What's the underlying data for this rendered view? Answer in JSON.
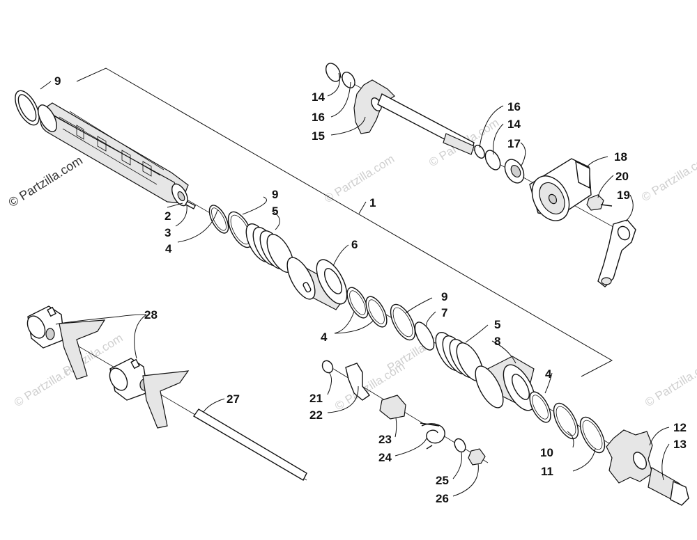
{
  "watermark": {
    "brand": "© Partzilla.com",
    "brand_short": "Partzilla.com"
  },
  "callouts": {
    "c1": "1",
    "c2": "2",
    "c3": "3",
    "c4a": "4",
    "c4b": "4",
    "c4c": "4",
    "c5a": "5",
    "c5b": "5",
    "c6": "6",
    "c7": "7",
    "c8": "8",
    "c9a": "9",
    "c9b": "9",
    "c9c": "9",
    "c10": "10",
    "c11": "11",
    "c12": "12",
    "c13": "13",
    "c14a": "14",
    "c14b": "14",
    "c15": "15",
    "c16a": "16",
    "c16b": "16",
    "c17": "17",
    "c18": "18",
    "c19": "19",
    "c20": "20",
    "c21": "21",
    "c22": "22",
    "c23": "23",
    "c24": "24",
    "c25": "25",
    "c26": "26",
    "c27": "27",
    "c28": "28"
  },
  "colors": {
    "line": "#111111",
    "watermark": "#cfcfcf",
    "shade": "#e6e6e6"
  }
}
